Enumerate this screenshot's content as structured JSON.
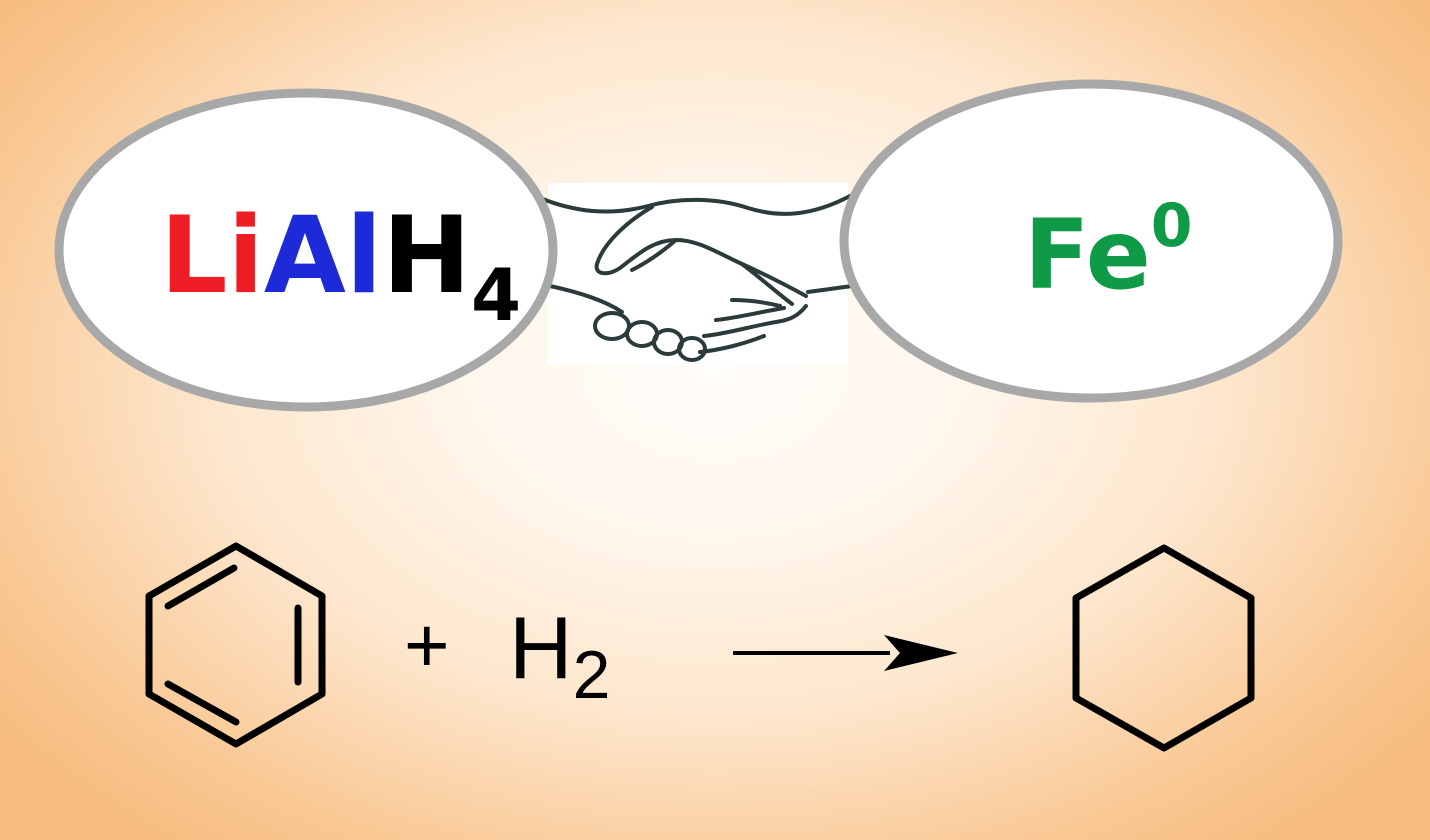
{
  "colors": {
    "li": "#ee1c24",
    "al": "#1c2ad8",
    "h": "#000000",
    "fe": "#0f9a48",
    "ellipse_border": "#a8a8a8",
    "ellipse_fill": "#ffffff",
    "handshake_stroke": "#2b3a3a",
    "structure_stroke": "#000000"
  },
  "reagent_left": {
    "li": "Li",
    "al": "Al",
    "h": "H",
    "subscript": "4"
  },
  "reagent_right": {
    "element": "Fe",
    "superscript": "0"
  },
  "reaction": {
    "plus": "+",
    "h2_symbol": "H",
    "h2_subscript": "2"
  },
  "icons": {
    "handshake": "handshake-icon",
    "reactant": "benzene-structure",
    "arrow": "reaction-arrow",
    "product": "cyclohexane-structure"
  }
}
